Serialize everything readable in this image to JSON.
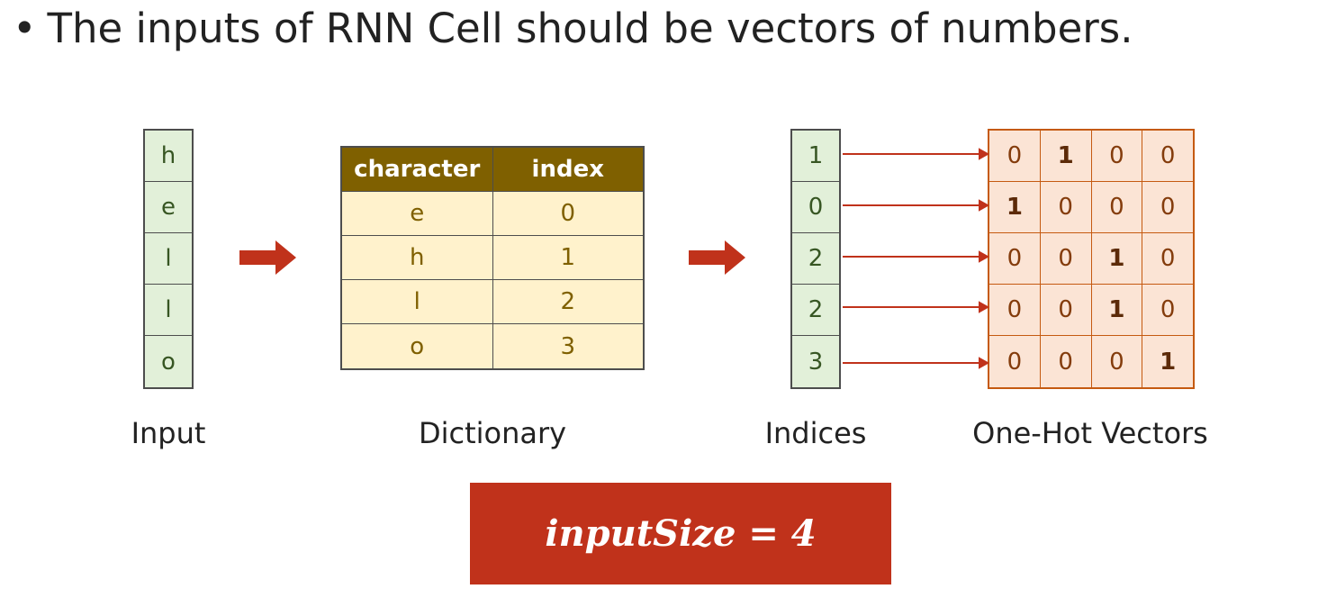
{
  "bullet": {
    "symbol": "•",
    "text": "The inputs of RNN Cell should be vectors of numbers."
  },
  "input": {
    "chars": [
      "h",
      "e",
      "l",
      "l",
      "o"
    ],
    "label": "Input"
  },
  "dictionary": {
    "headers": [
      "character",
      "index"
    ],
    "rows": [
      [
        "e",
        "0"
      ],
      [
        "h",
        "1"
      ],
      [
        "l",
        "2"
      ],
      [
        "o",
        "3"
      ]
    ],
    "label": "Dictionary"
  },
  "indices": {
    "values": [
      "1",
      "0",
      "2",
      "2",
      "3"
    ],
    "label": "Indices"
  },
  "onehot": {
    "rows": [
      [
        "0",
        "1",
        "0",
        "0"
      ],
      [
        "1",
        "0",
        "0",
        "0"
      ],
      [
        "0",
        "0",
        "1",
        "0"
      ],
      [
        "0",
        "0",
        "1",
        "0"
      ],
      [
        "0",
        "0",
        "0",
        "1"
      ]
    ],
    "label": "One-Hot Vectors"
  },
  "size_box": {
    "text": "inputSize = 4"
  },
  "colors": {
    "arrow": "#c0321b",
    "input_fill": "#e2f0d9",
    "dict_header": "#7f6000",
    "dict_body": "#fff2cc",
    "onehot_fill": "#fbe4d5",
    "onehot_border": "#c55a11"
  }
}
